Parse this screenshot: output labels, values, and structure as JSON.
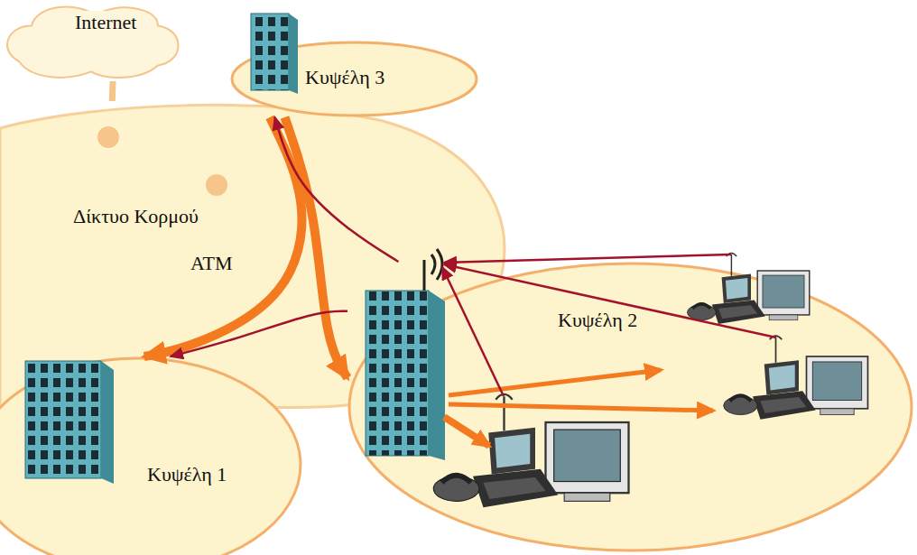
{
  "diagram": {
    "nodes": [
      {
        "text": [
          "Internet"
        ]
      },
      {
        "text": [
          "Κυψέλη 3"
        ]
      },
      {
        "text": [
          "Δίκτυο Κορμού",
          "ATM"
        ]
      },
      {
        "text": [
          "Κυψέλη 2"
        ]
      },
      {
        "text": [
          "Κυψέλη 1"
        ]
      }
    ],
    "edges": [
      {
        "from": 0,
        "to": 2,
        "arrow": "none"
      },
      {
        "from": 1,
        "to": 4,
        "arrow": "to"
      },
      {
        "from": 1,
        "to": 3,
        "arrow": "to"
      },
      {
        "from": 3,
        "to": 1,
        "arrow": "to"
      },
      {
        "from": 3,
        "to": 4,
        "arrow": "to"
      }
    ]
  }
}
